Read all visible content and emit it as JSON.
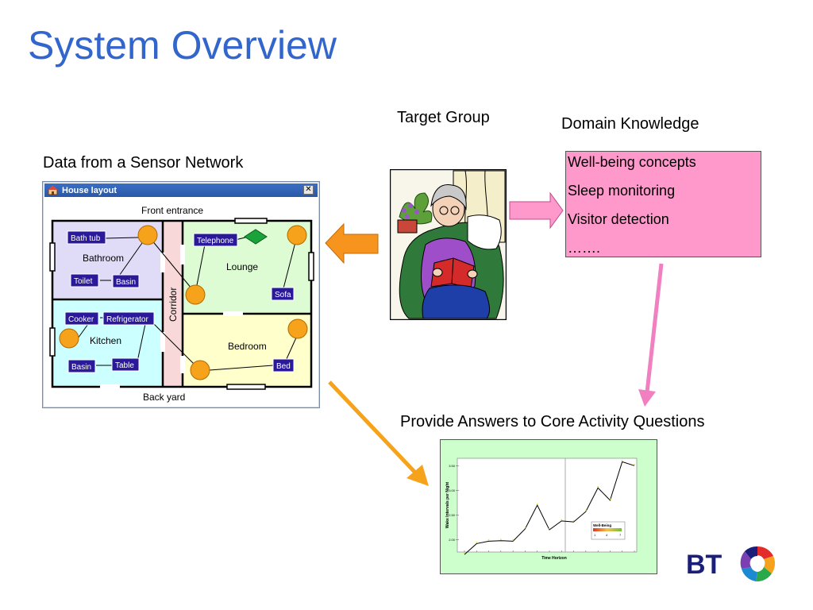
{
  "slide": {
    "title": "System Overview",
    "sensor_label": "Data from a Sensor Network",
    "target_label": "Target Group",
    "domain_label": "Domain Knowledge",
    "answers_label": "Provide Answers to Core Activity Questions"
  },
  "house_window": {
    "title": "House layout",
    "close_glyph": "✕",
    "labels": {
      "front": "Front  entrance",
      "back": "Back yard",
      "corridor": "Corridor",
      "bathroom": "Bathroom",
      "kitchen": "Kitchen",
      "lounge": "Lounge",
      "bedroom": "Bedroom"
    },
    "sensors": {
      "bath_tub": "Bath tub",
      "toilet": "Toilet",
      "basin_bath": "Basin",
      "cooker": "Cooker",
      "refrigerator": "Refrigerator",
      "basin_kitchen": "Basin",
      "table": "Table",
      "telephone": "Telephone",
      "sofa": "Sofa",
      "bed": "Bed"
    },
    "colors": {
      "bathroom": "#e0dcf8",
      "kitchen": "#ccffff",
      "lounge": "#ddfcd4",
      "bedroom": "#ffffcc",
      "corridor": "#f8d8d8",
      "sensor": "#2a1a9a",
      "node": "#f7a21b"
    }
  },
  "domain_knowledge": {
    "items": [
      "Well-being concepts",
      "Sleep monitoring",
      "Visitor detection",
      "……."
    ],
    "bg_color": "#ff99cc"
  },
  "arrows": {
    "orange": "#f7941d",
    "pink": "#ff99cc",
    "pink_dark": "#f080c0"
  },
  "chart_data": {
    "type": "line",
    "ylabel": "Wake Intervals per Night",
    "xlabel": "Time Horizon",
    "ylim": [
      1.75,
      3.65
    ],
    "yticks": [
      "3.50",
      "3.00",
      "2.50",
      "2.00"
    ],
    "ytick_values": [
      3.5,
      3.0,
      2.5,
      2.0
    ],
    "x": [
      1,
      2,
      3,
      4,
      5,
      6,
      7,
      8,
      9,
      10,
      11,
      12,
      13,
      14,
      15
    ],
    "values": [
      1.7,
      1.92,
      1.97,
      1.98,
      1.97,
      2.22,
      2.7,
      2.2,
      2.38,
      2.36,
      2.57,
      3.05,
      2.8,
      3.58,
      3.5
    ],
    "legend": {
      "title": "Well-Being",
      "ticks": [
        "1",
        "4",
        "7"
      ],
      "gradient": [
        "#dd3322",
        "#f3c24a",
        "#6fbf3f"
      ]
    },
    "bg_color": "#ccffcc",
    "line_color": "#000000"
  },
  "logo": {
    "text": "BT",
    "color": "#1b1f7a"
  }
}
